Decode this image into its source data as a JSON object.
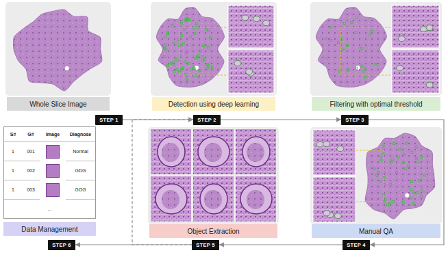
{
  "diagram": {
    "nodes": [
      {
        "text": [
          "Whole Slice Image"
        ]
      },
      {
        "text": [
          "Detection using deep learning"
        ]
      },
      {
        "text": [
          "Filtering with optimal threshold"
        ]
      },
      {
        "text": [
          "STEP 1"
        ]
      },
      {
        "text": [
          "STEP 2"
        ]
      },
      {
        "text": [
          "STEP 3"
        ]
      },
      {
        "text": [
          "Data Management"
        ]
      },
      {
        "text": [
          "Object Extraction"
        ]
      },
      {
        "text": [
          "Manual QA"
        ]
      },
      {
        "text": [
          "STEP 6"
        ]
      },
      {
        "text": [
          "STEP 5"
        ]
      },
      {
        "text": [
          "STEP 4"
        ]
      }
    ],
    "edges": [
      {
        "from": 3,
        "to": 4,
        "arrow": "to"
      },
      {
        "from": 4,
        "to": 5,
        "arrow": "to"
      },
      {
        "from": 5,
        "to": 11,
        "arrow": "to"
      },
      {
        "from": 11,
        "to": 10,
        "arrow": "to"
      },
      {
        "from": 10,
        "to": 9,
        "arrow": "to"
      },
      {
        "from": 10,
        "to": 4,
        "arrow": "to"
      }
    ],
    "labels": [
      "S#",
      "G#",
      "Image",
      "Diagnose",
      "1",
      "001",
      "Normal",
      "1",
      "002",
      "GDG",
      "1",
      "003",
      "GOG",
      "..."
    ]
  }
}
